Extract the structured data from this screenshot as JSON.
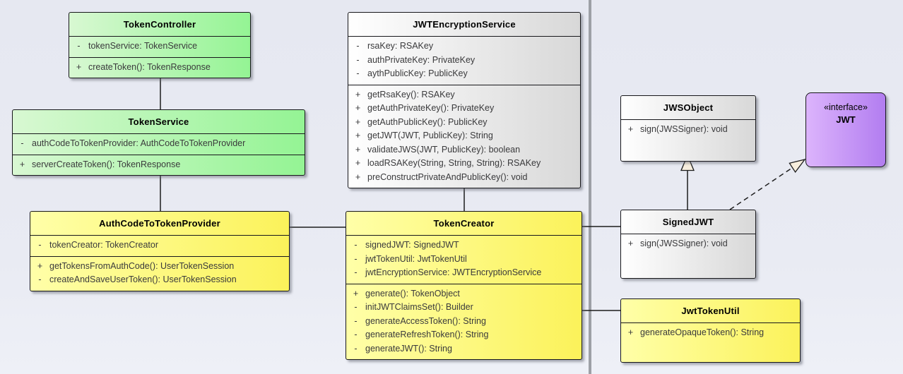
{
  "diagram": {
    "type": "uml-class-diagram",
    "background": "#e7e9f1",
    "divider_color": "#9da0a6"
  },
  "colors": {
    "green": "#94f494",
    "yellow": "#fbf25a",
    "gray": "#d8d8d8",
    "purple": "#b27df0",
    "line": "#1c1c1c",
    "arrowhead_fill": "#f7eedd"
  },
  "classes": {
    "token_controller": {
      "name": "TokenController",
      "attributes": [
        {
          "visibility": "-",
          "text": "tokenService: TokenService"
        }
      ],
      "methods": [
        {
          "visibility": "+",
          "text": "createToken(): TokenResponse"
        }
      ]
    },
    "token_service": {
      "name": "TokenService",
      "attributes": [
        {
          "visibility": "-",
          "text": "authCodeToTokenProvider: AuthCodeToTokenProvider"
        }
      ],
      "methods": [
        {
          "visibility": "+",
          "text": "serverCreateToken(): TokenResponse"
        }
      ]
    },
    "jwt_encryption_service": {
      "name": "JWTEncryptionService",
      "attributes": [
        {
          "visibility": "-",
          "text": "rsaKey: RSAKey"
        },
        {
          "visibility": "-",
          "text": "authPrivateKey: PrivateKey"
        },
        {
          "visibility": "-",
          "text": "aythPublicKey: PublicKey"
        }
      ],
      "methods": [
        {
          "visibility": "+",
          "text": "getRsaKey(): RSAKey"
        },
        {
          "visibility": "+",
          "text": "getAuthPrivateKey(): PrivateKey"
        },
        {
          "visibility": "+",
          "text": "getAuthPublicKey(): PublicKey"
        },
        {
          "visibility": "+",
          "text": "getJWT(JWT, PublicKey): String"
        },
        {
          "visibility": "+",
          "text": "validateJWS(JWT, PublicKey): boolean"
        },
        {
          "visibility": "+",
          "text": "loadRSAKey(String, String, String): RSAKey"
        },
        {
          "visibility": "+",
          "text": "preConstructPrivateAndPublicKey(): void"
        }
      ]
    },
    "jws_object": {
      "name": "JWSObject",
      "methods": [
        {
          "visibility": "+",
          "text": "sign(JWSSigner): void"
        }
      ]
    },
    "jwt_interface": {
      "stereotype": "«interface»",
      "name": "JWT"
    },
    "auth_code_to_token_provider": {
      "name": "AuthCodeToTokenProvider",
      "attributes": [
        {
          "visibility": "-",
          "text": "tokenCreator: TokenCreator"
        }
      ],
      "methods": [
        {
          "visibility": "+",
          "text": "getTokensFromAuthCode(): UserTokenSession"
        },
        {
          "visibility": "-",
          "text": "createAndSaveUserToken(): UserTokenSession"
        }
      ]
    },
    "token_creator": {
      "name": "TokenCreator",
      "attributes": [
        {
          "visibility": "-",
          "text": "signedJWT: SignedJWT"
        },
        {
          "visibility": "-",
          "text": "jwtTokenUtil: JwtTokenUtil"
        },
        {
          "visibility": "-",
          "text": "jwtEncryptionService: JWTEncryptionService"
        }
      ],
      "methods": [
        {
          "visibility": "+",
          "text": "generate(): TokenObject"
        },
        {
          "visibility": "-",
          "text": "initJWTClaimsSet(): Builder"
        },
        {
          "visibility": "-",
          "text": "generateAccessToken(): String"
        },
        {
          "visibility": "-",
          "text": "generateRefreshToken(): String"
        },
        {
          "visibility": "-",
          "text": "generateJWT(): String"
        }
      ]
    },
    "signed_jwt": {
      "name": "SignedJWT",
      "methods": [
        {
          "visibility": "+",
          "text": "sign(JWSSigner): void"
        }
      ]
    },
    "jwt_token_util": {
      "name": "JwtTokenUtil",
      "methods": [
        {
          "visibility": "+",
          "text": "generateOpaqueToken(): String"
        }
      ]
    }
  },
  "relationships": [
    {
      "from": "TokenController",
      "to": "TokenService",
      "type": "association"
    },
    {
      "from": "TokenService",
      "to": "AuthCodeToTokenProvider",
      "type": "association"
    },
    {
      "from": "AuthCodeToTokenProvider",
      "to": "TokenCreator",
      "type": "association"
    },
    {
      "from": "JWTEncryptionService",
      "to": "TokenCreator",
      "type": "association"
    },
    {
      "from": "TokenCreator",
      "to": "SignedJWT",
      "type": "association"
    },
    {
      "from": "TokenCreator",
      "to": "JwtTokenUtil",
      "type": "association"
    },
    {
      "from": "SignedJWT",
      "to": "JWSObject",
      "type": "generalization"
    },
    {
      "from": "SignedJWT",
      "to": "JWT",
      "type": "realization"
    }
  ]
}
